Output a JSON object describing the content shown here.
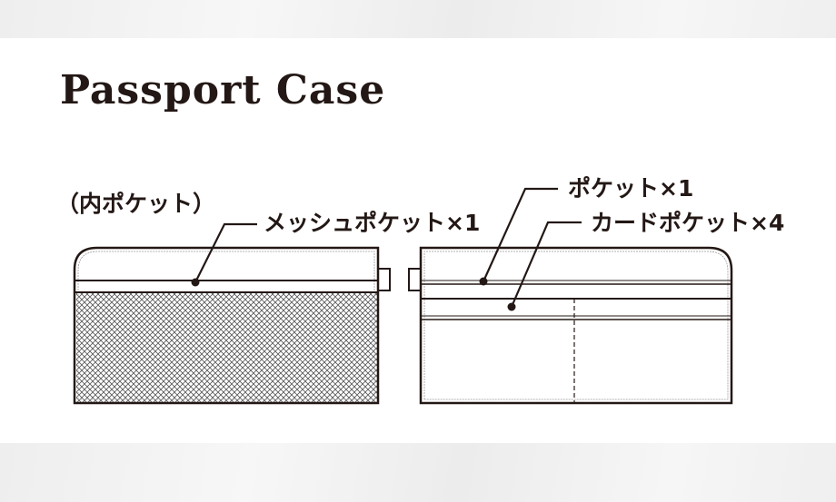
{
  "title": "Passport Case",
  "section_label": "（内ポケット）",
  "callouts": {
    "mesh_pocket": "メッシュポケット×1",
    "pocket": "ポケット×1",
    "card_pocket": "カードポケット×4"
  },
  "colors": {
    "line": "#231815",
    "band": "#efefef"
  }
}
